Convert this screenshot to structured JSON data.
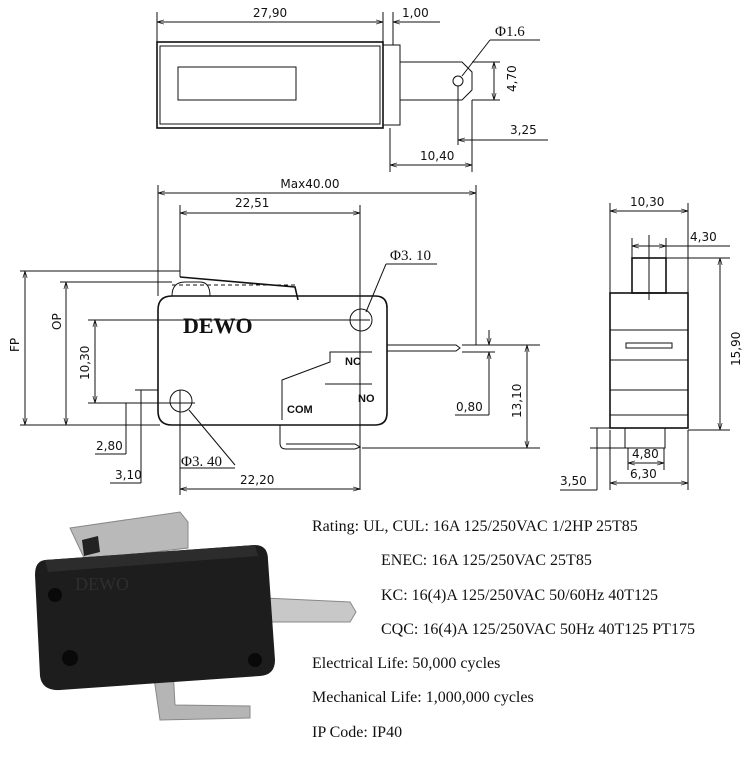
{
  "top_view": {
    "dim_length": "27,90",
    "dim_offset": "1,00",
    "dim_hole": "Φ1.6",
    "dim_terminal_width": "4,70",
    "dim_hole_pos": "3,25",
    "dim_terminal_len": "10,40"
  },
  "side_view": {
    "dim_max": "Max40.00",
    "dim_lever": "22,51",
    "dim_hole_top": "Φ3. 10",
    "brand": "DEWO",
    "label_nc": "NC",
    "label_no": "NO",
    "label_com": "COM",
    "dim_fp": "FP",
    "dim_op": "OP",
    "dim_holes_v": "10,30",
    "dim_280": "2,80",
    "dim_310": "3,10",
    "dim_hole_bottom": "Φ3. 40",
    "dim_holes_h": "22,20",
    "dim_080": "0,80",
    "dim_1310": "13,10"
  },
  "end_view": {
    "dim_width": "10,30",
    "dim_plunger": "4,30",
    "dim_height": "15,90",
    "dim_350": "3,50",
    "dim_480": "4,80",
    "dim_630": "6,30"
  },
  "specs": {
    "rating_ul": "Rating:  UL, CUL: 16A 125/250VAC 1/2HP 25T85",
    "rating_enec": "ENEC:  16A 125/250VAC 25T85",
    "rating_kc": "KC: 16(4)A 125/250VAC 50/60Hz 40T125",
    "rating_cqc": "CQC: 16(4)A 125/250VAC 50Hz 40T125 PT175",
    "electrical_life": "Electrical Life: 50,000 cycles",
    "mechanical_life": "Mechanical Life: 1,000,000 cycles",
    "ip_code": "IP Code: IP40"
  },
  "photo": {
    "embossed_brand": "DEWO"
  }
}
